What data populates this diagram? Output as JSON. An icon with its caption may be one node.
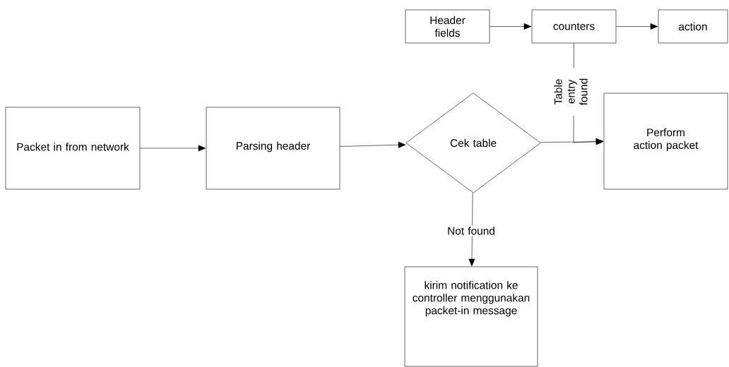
{
  "diagram": {
    "nodes": [
      {
        "text": [
          "Header fields"
        ]
      },
      {
        "text": [
          "counters"
        ]
      },
      {
        "text": [
          "action"
        ]
      },
      {
        "text": [
          "Packet in from network"
        ]
      },
      {
        "text": [
          "Parsing header"
        ]
      },
      {
        "text": [
          "Cek table"
        ]
      },
      {
        "text": [
          "Perform action packet"
        ]
      },
      {
        "text": [
          "kirim notification ke controller menggunakan packet-in message"
        ]
      }
    ],
    "edges": [
      {
        "from": 0,
        "to": 1,
        "arrow": "to"
      },
      {
        "from": 1,
        "to": 2,
        "arrow": "to"
      },
      {
        "from": 3,
        "to": 4,
        "arrow": "to"
      },
      {
        "from": 4,
        "to": 5,
        "arrow": "to"
      },
      {
        "from": 5,
        "to": 6,
        "arrow": "to"
      },
      {
        "from": 1,
        "to": 6,
        "arrow": "to",
        "label": "Table entry found"
      },
      {
        "from": 5,
        "to": 7,
        "arrow": "to",
        "label": "Not found"
      }
    ]
  }
}
